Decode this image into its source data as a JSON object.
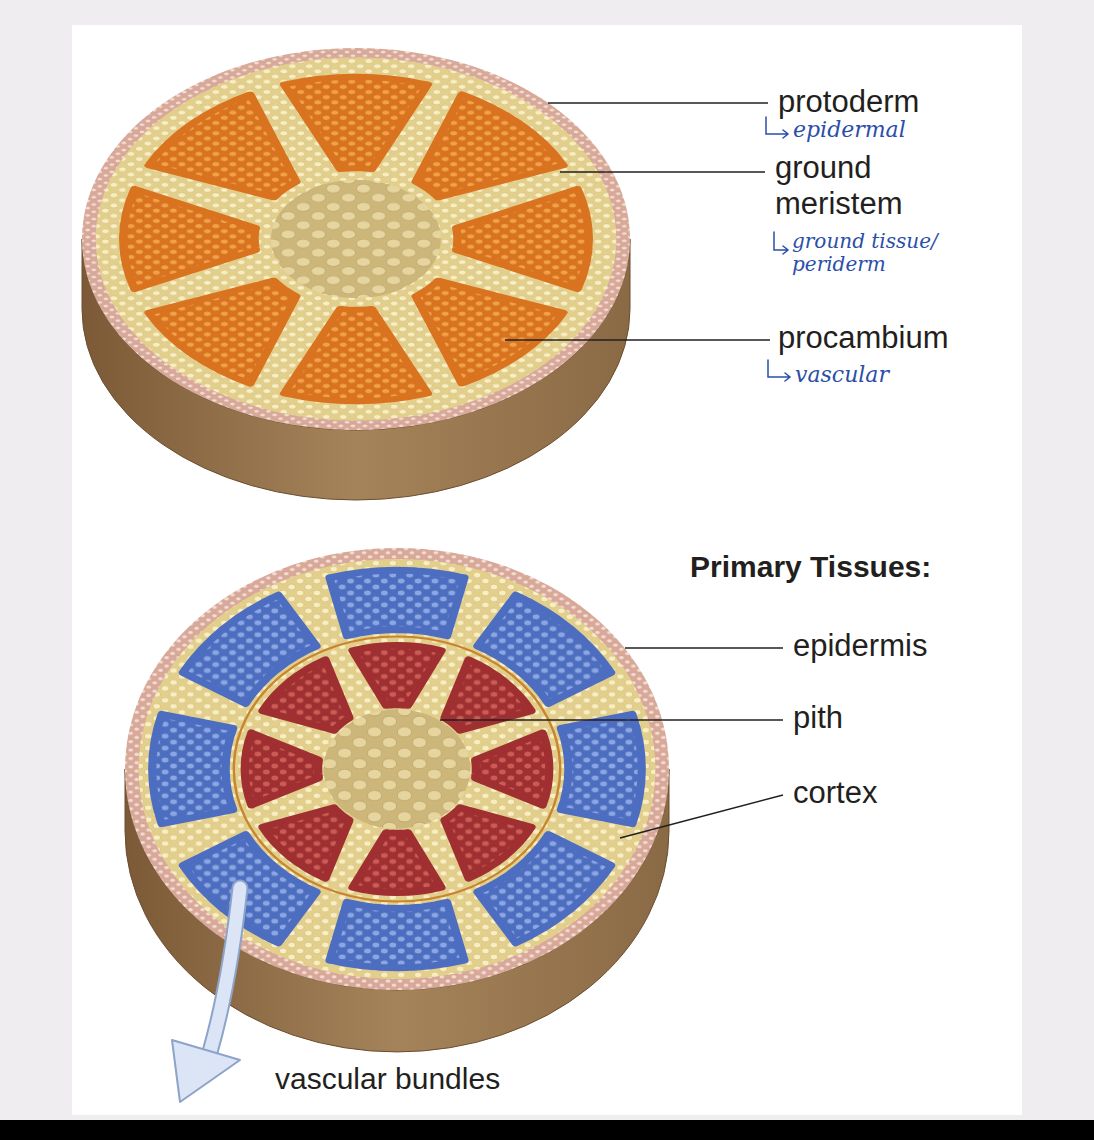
{
  "diagram": {
    "labels": [
      "protoderm",
      "epidermal",
      "ground meristem",
      "ground tissue/ periderm",
      "procambium",
      "vascular",
      "Primary Tissues:",
      "epidermis",
      "pith",
      "cortex",
      "vascular bundles"
    ]
  }
}
